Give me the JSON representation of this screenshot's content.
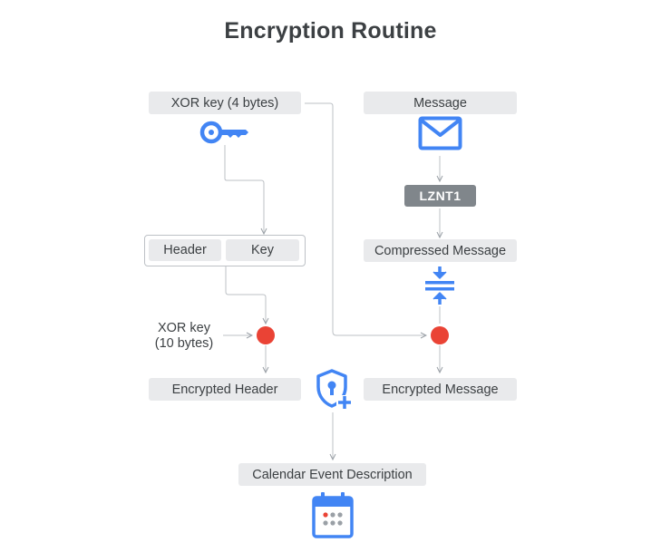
{
  "title": "Encryption Routine",
  "nodes": {
    "xor_key_4": "XOR key (4 bytes)",
    "message": "Message",
    "lznt1": "LZNT1",
    "header": "Header",
    "key": "Key",
    "compressed_message": "Compressed Message",
    "xor_key_10_line1": "XOR key",
    "xor_key_10_line2": "(10 bytes)",
    "encrypted_header": "Encrypted Header",
    "encrypted_message": "Encrypted Message",
    "calendar_event_description": "Calendar Event Description"
  },
  "colors": {
    "accent_blue": "#4285f4",
    "xor_red": "#ea4335",
    "box_gray": "#e9eaec",
    "dark_box": "#80868b",
    "connector": "#bdc1c6"
  },
  "icons": [
    "key-icon",
    "envelope-icon",
    "compress-icon",
    "shield-lock-icon",
    "calendar-icon"
  ]
}
